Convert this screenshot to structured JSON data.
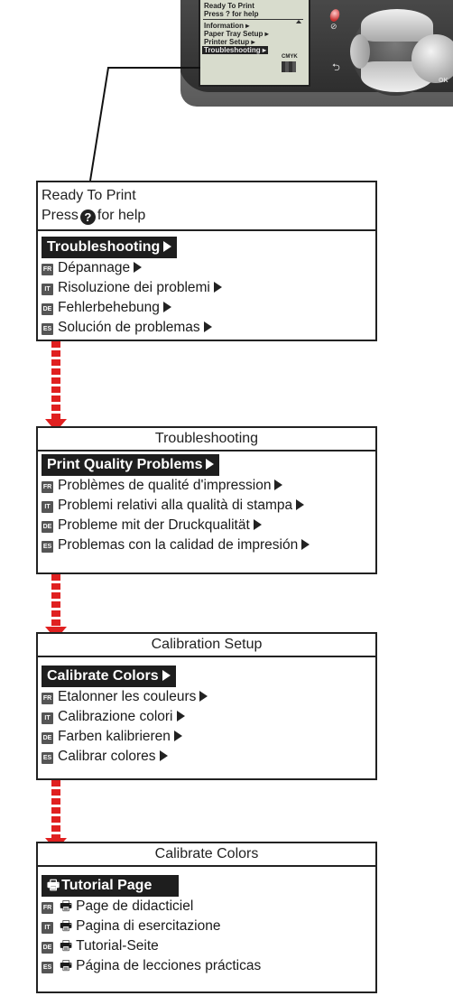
{
  "device": {
    "lcd_lines": [
      "Ready To Print",
      "Press ? for help",
      "Information ▸",
      "Paper Tray Setup ▸",
      "Printer Setup ▸",
      "Troubleshooting ▸"
    ],
    "cmyk_label": "CMYK",
    "ok_label": "OK"
  },
  "panel1": {
    "status": "Ready To Print",
    "help_prefix": "Press",
    "help_suffix": "for help",
    "help_icon": "?",
    "selected": "Troubleshooting",
    "items": [
      {
        "lang": "FR",
        "label": "Dépannage"
      },
      {
        "lang": "IT",
        "label": "Risoluzione dei problemi"
      },
      {
        "lang": "DE",
        "label": "Fehlerbehebung"
      },
      {
        "lang": "ES",
        "label": "Solución de problemas"
      }
    ]
  },
  "panel2": {
    "title": "Troubleshooting",
    "selected": "Print Quality Problems",
    "items": [
      {
        "lang": "FR",
        "label": "Problèmes de qualité d'impression"
      },
      {
        "lang": "IT",
        "label": "Problemi relativi alla qualità di stampa"
      },
      {
        "lang": "DE",
        "label": "Probleme mit der Druckqualität"
      },
      {
        "lang": "ES",
        "label": "Problemas con la calidad de impresión"
      }
    ]
  },
  "panel3": {
    "title": "Calibration Setup",
    "selected": "Calibrate Colors",
    "items": [
      {
        "lang": "FR",
        "label": "Etalonner les couleurs"
      },
      {
        "lang": "IT",
        "label": "Calibrazione colori"
      },
      {
        "lang": "DE",
        "label": "Farben kalibrieren"
      },
      {
        "lang": "ES",
        "label": "Calibrar colores"
      }
    ]
  },
  "panel4": {
    "title": "Calibrate Colors",
    "selected": "Tutorial Page",
    "items": [
      {
        "lang": "FR",
        "label": "Page de didacticiel"
      },
      {
        "lang": "IT",
        "label": "Pagina di esercitazione"
      },
      {
        "lang": "DE",
        "label": "Tutorial-Seite"
      },
      {
        "lang": "ES",
        "label": "Página de lecciones prácticas"
      }
    ]
  },
  "icons": {
    "submenu": "triangle-right-icon",
    "print": "printer-icon",
    "help": "question-circle-icon",
    "flow": "red-dashed-arrow"
  },
  "colors": {
    "highlight": "#1e1e1e",
    "flow_arrow": "#e02020",
    "lang_badge": "#555555"
  }
}
